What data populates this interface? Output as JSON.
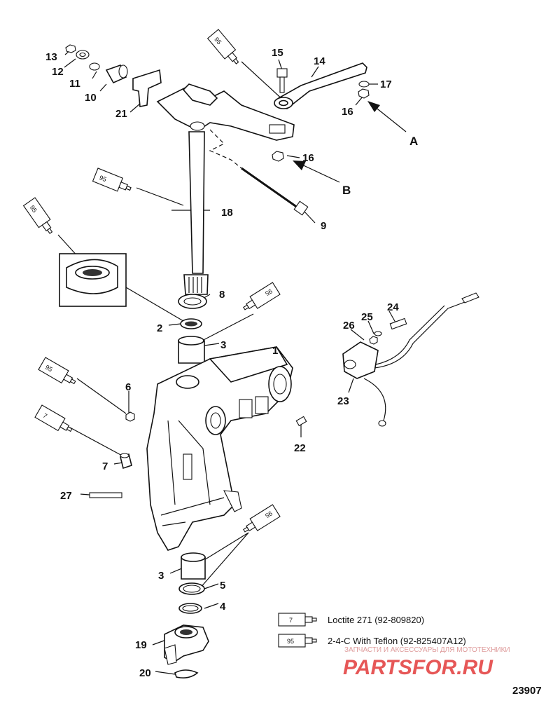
{
  "callouts": [
    {
      "id": "1",
      "text": "1"
    },
    {
      "id": "2",
      "text": "2"
    },
    {
      "id": "3a",
      "text": "3"
    },
    {
      "id": "3b",
      "text": "3"
    },
    {
      "id": "4",
      "text": "4"
    },
    {
      "id": "5",
      "text": "5"
    },
    {
      "id": "6",
      "text": "6"
    },
    {
      "id": "7",
      "text": "7"
    },
    {
      "id": "8",
      "text": "8"
    },
    {
      "id": "9",
      "text": "9"
    },
    {
      "id": "10",
      "text": "10"
    },
    {
      "id": "11",
      "text": "11"
    },
    {
      "id": "12",
      "text": "12"
    },
    {
      "id": "13",
      "text": "13"
    },
    {
      "id": "14",
      "text": "14"
    },
    {
      "id": "15",
      "text": "15"
    },
    {
      "id": "16a",
      "text": "16"
    },
    {
      "id": "16b",
      "text": "16"
    },
    {
      "id": "17",
      "text": "17"
    },
    {
      "id": "18",
      "text": "18"
    },
    {
      "id": "19",
      "text": "19"
    },
    {
      "id": "20",
      "text": "20"
    },
    {
      "id": "21",
      "text": "21"
    },
    {
      "id": "22",
      "text": "22"
    },
    {
      "id": "23",
      "text": "23"
    },
    {
      "id": "24",
      "text": "24"
    },
    {
      "id": "25",
      "text": "25"
    },
    {
      "id": "26",
      "text": "26"
    },
    {
      "id": "27",
      "text": "27"
    }
  ],
  "view_letters": {
    "a": "A",
    "b": "B"
  },
  "tube_labels": {
    "t95": "95",
    "t7": "7"
  },
  "legend": [
    {
      "tube": "7",
      "text": "Loctite 271 (92-809820)"
    },
    {
      "tube": "95",
      "text": "2-4-C  With Teflon (92-825407A12)"
    }
  ],
  "figure_number": "23907",
  "watermark": {
    "tagline": "ЗАПЧАСТИ И АКСЕССУАРЫ ДЛЯ МОТОТЕХНИКИ",
    "brand": "PARTSFOR.RU"
  },
  "colors": {
    "ink": "#111111",
    "watermark": "#e23a3a"
  }
}
